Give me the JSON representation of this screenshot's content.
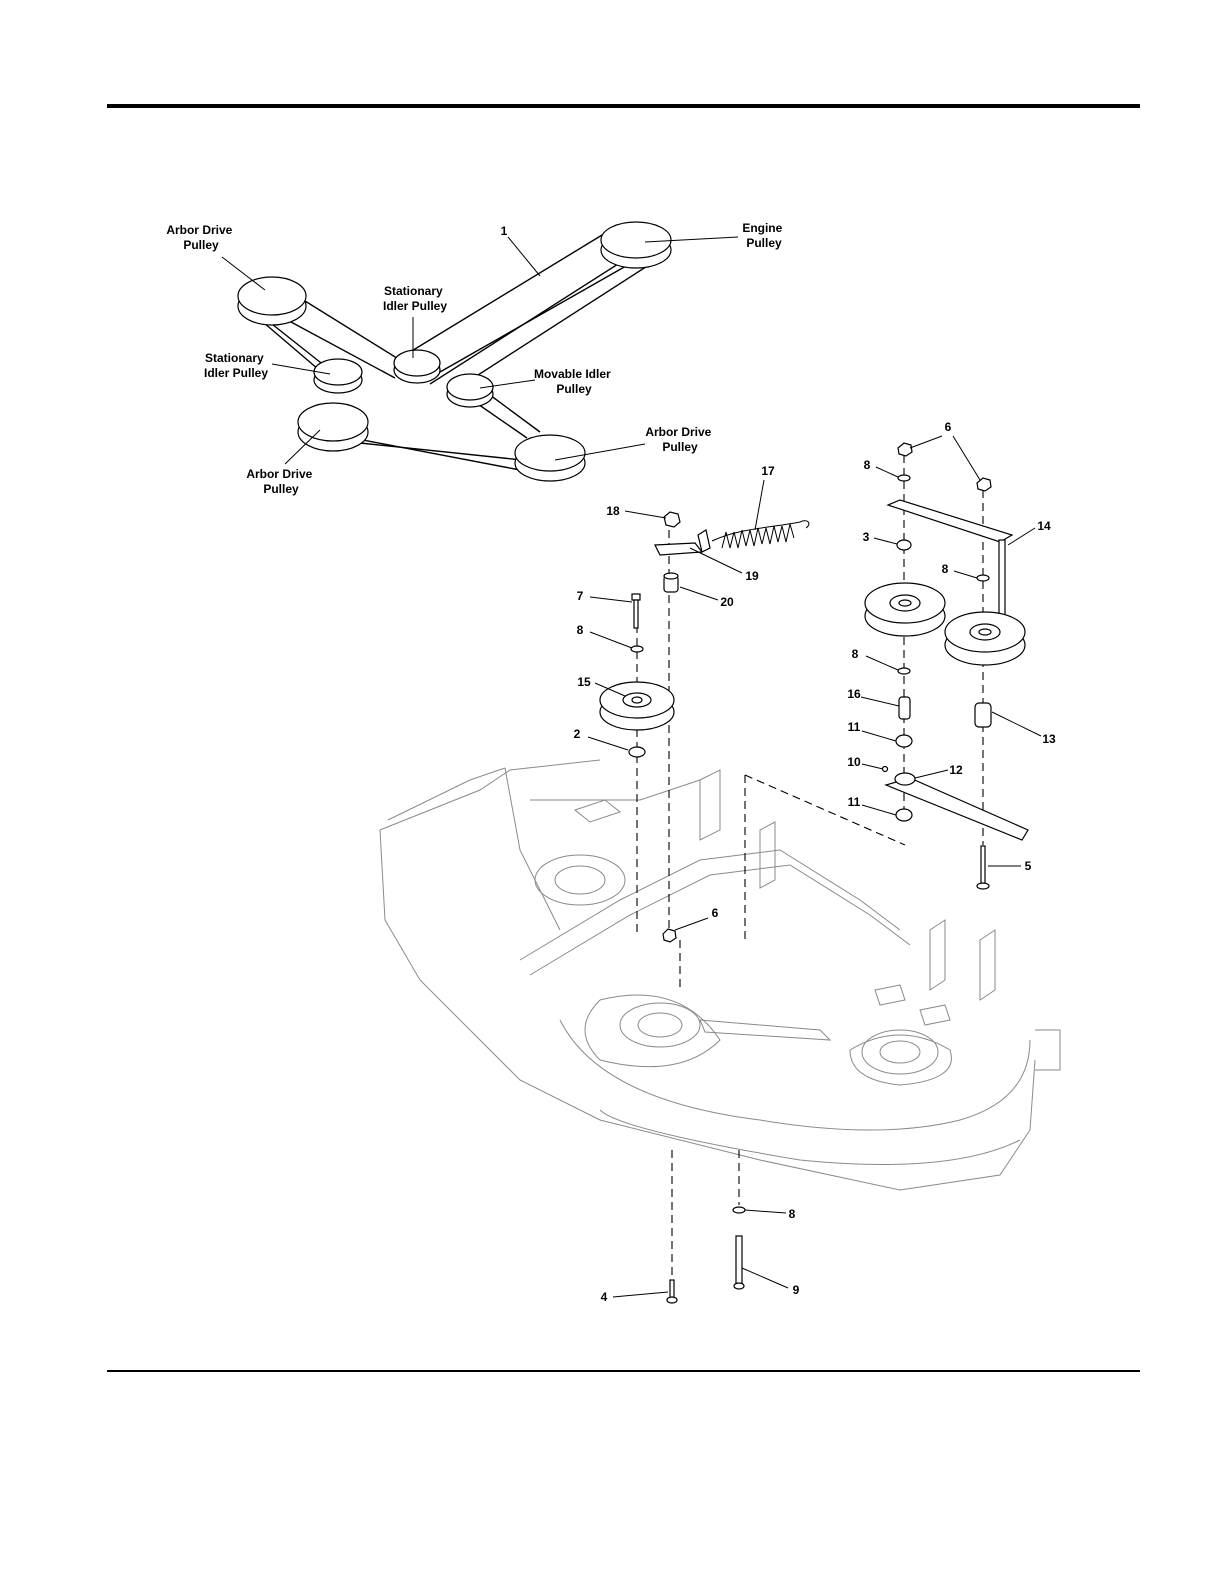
{
  "belt_labels": {
    "arbor_top_left": [
      "Arbor Drive",
      "Pulley"
    ],
    "engine": [
      "Engine",
      "Pulley"
    ],
    "stationary_center": [
      "Stationary",
      "Idler Pulley"
    ],
    "stationary_left": [
      "Stationary",
      "Idler Pulley"
    ],
    "movable_idler": [
      "Movable Idler",
      "Pulley"
    ],
    "arbor_right": [
      "Arbor Drive",
      "Pulley"
    ],
    "arbor_bottom_left": [
      "Arbor Drive",
      "Pulley"
    ]
  },
  "callouts": {
    "c1": "1",
    "c2": "2",
    "c3": "3",
    "c4": "4",
    "c5": "5",
    "c6a": "6",
    "c6b": "6",
    "c7": "7",
    "c8a": "8",
    "c8b": "8",
    "c8c": "8",
    "c8d": "8",
    "c8e": "8",
    "c9": "9",
    "c10": "10",
    "c11a": "11",
    "c11b": "11",
    "c12": "12",
    "c13": "13",
    "c14": "14",
    "c15": "15",
    "c16": "16",
    "c17": "17",
    "c18": "18",
    "c19": "19",
    "c20": "20"
  }
}
